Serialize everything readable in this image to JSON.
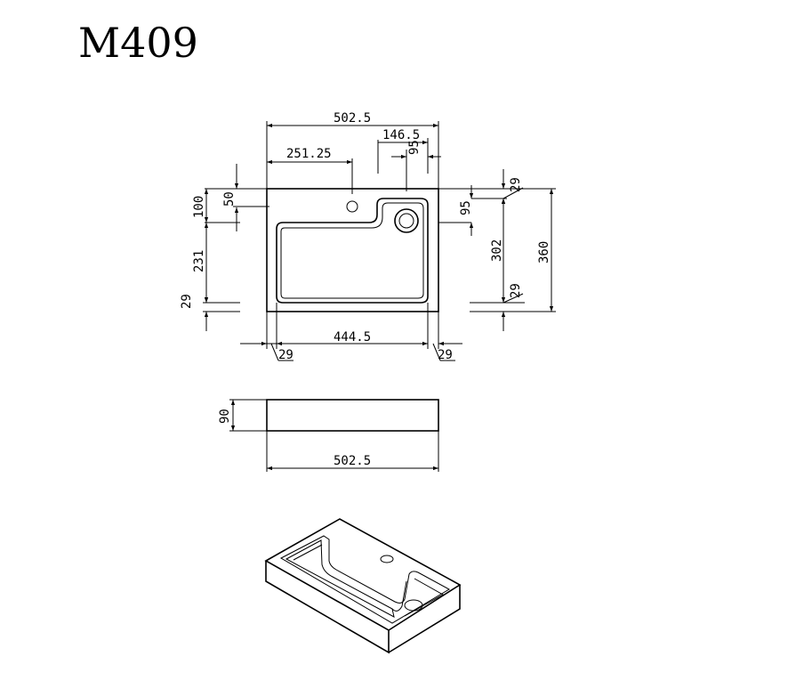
{
  "title": "M409",
  "top_view": {
    "overall_width": "502.5",
    "half_width": "251.25",
    "drain_offset": "146.5",
    "drain_dia": "95",
    "left_top_edge": "50",
    "left_tap_zone": "100",
    "left_bowl": "231",
    "left_front": "29",
    "right_top_edge": "29",
    "right_drain": "95",
    "right_bowl": "302",
    "right_front": "29",
    "overall_depth": "360",
    "bowl_width": "444.5",
    "bottom_left_wall": "29",
    "bottom_right_wall": "29"
  },
  "side_view": {
    "height": "90",
    "width": "502.5"
  },
  "icons": {
    "tap_hole": "tap-hole-icon",
    "drain": "drain-icon",
    "basin_3d": "basin-isometric-icon"
  },
  "colors": {
    "line": "#000000",
    "background": "#ffffff"
  }
}
